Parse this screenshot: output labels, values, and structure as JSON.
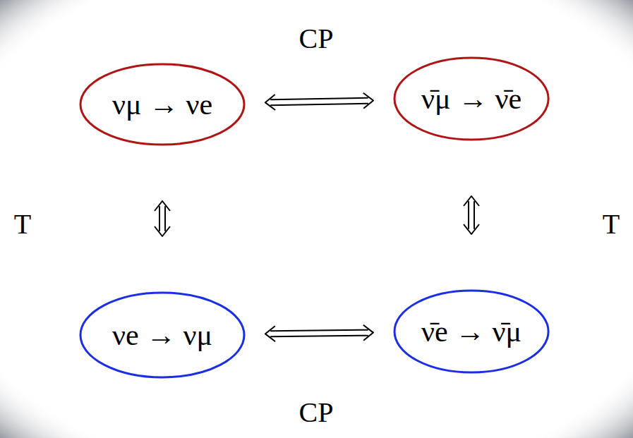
{
  "diagram": {
    "nodes": [
      {
        "text": [
          "νμ → νe"
        ]
      },
      {
        "text": [
          "ν̄μ → ν̄e"
        ]
      },
      {
        "text": [
          "νe → νμ"
        ]
      },
      {
        "text": [
          "ν̄e → ν̄μ"
        ]
      }
    ],
    "edges": [
      {
        "from": 0,
        "to": 1,
        "arrow": "both",
        "label": "CP"
      },
      {
        "from": 0,
        "to": 2,
        "arrow": "both",
        "label": "T"
      },
      {
        "from": 1,
        "to": 3,
        "arrow": "both",
        "label": "T"
      },
      {
        "from": 2,
        "to": 3,
        "arrow": "both",
        "label": "CP"
      }
    ]
  }
}
